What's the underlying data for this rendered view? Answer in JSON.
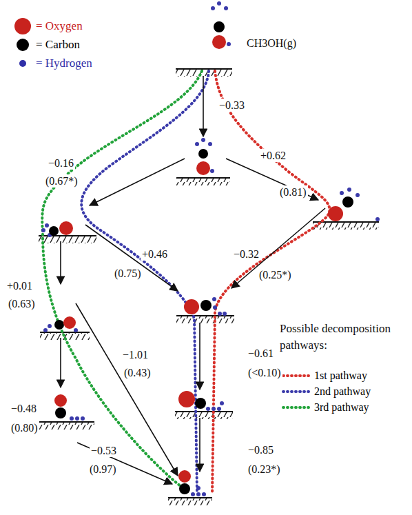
{
  "diagram": {
    "labels": [
      "CH3OH(g)",
      "−0.33",
      "+0.62",
      "−0.16",
      "(0.67*)",
      "(0.81)",
      "+0.46",
      "−0.32",
      "+0.01",
      "(0.75)",
      "(0.25*)",
      "(0.63)",
      "Possible decomposition pathways:",
      "−1.01",
      "(0.43)",
      "−0.61",
      "(<0.10)",
      "−0.48",
      "(0.80)",
      "−0.85",
      "(0.23*)",
      "−0.53",
      "(0.97)"
    ],
    "legend": [
      {
        "text": "= Oxygen",
        "color": "#c8231e"
      },
      {
        "text": "= Carbon",
        "color": "#000000"
      },
      {
        "text": "= Hydrogen",
        "color": "#2f2fa8"
      },
      {
        "text": "1st pathway"
      },
      {
        "text": "2nd pathway"
      },
      {
        "text": "3rd pathway"
      }
    ]
  }
}
